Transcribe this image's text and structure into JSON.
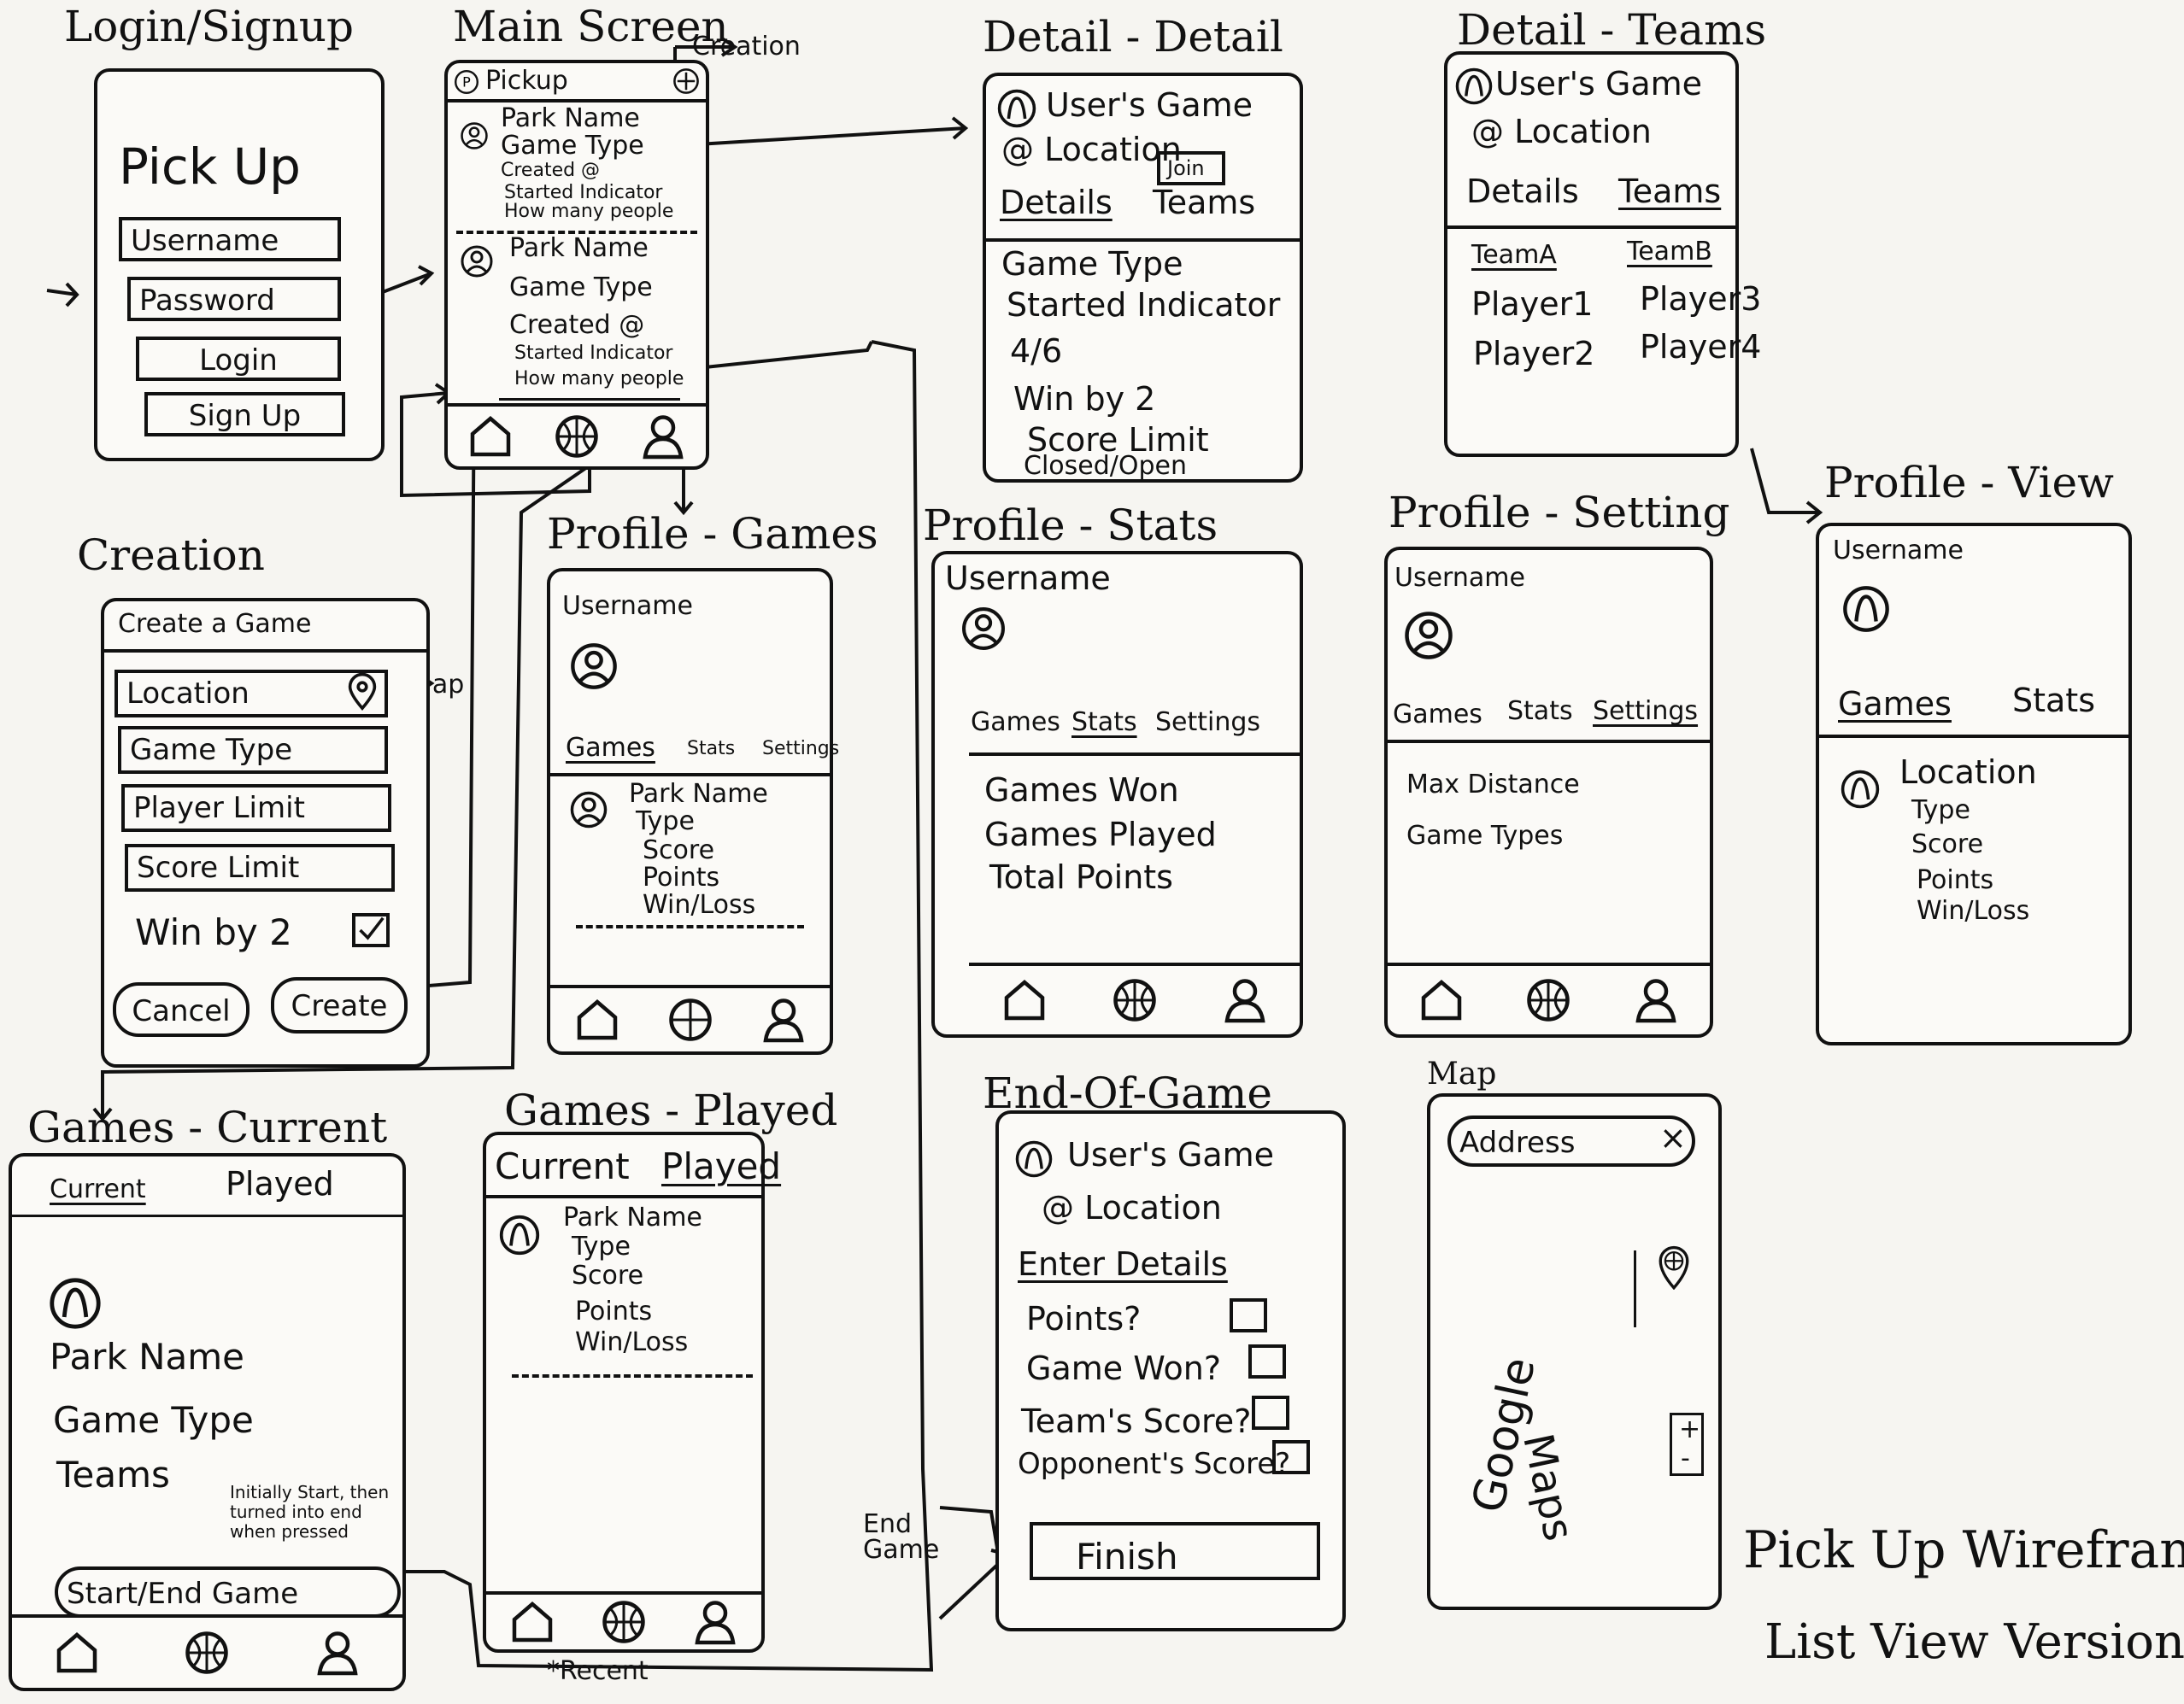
{
  "screens": {
    "login": {
      "title": "Login/Signup",
      "app_name": "Pick Up",
      "username": "Username",
      "password": "Password",
      "login": "Login",
      "signup": "Sign Up"
    },
    "main": {
      "title": "Main Screen",
      "app_label": "Pickup",
      "items": [
        {
          "park": "Park Name",
          "type": "Game Type",
          "created": "Created @",
          "started": "Started Indicator",
          "count": "How many people"
        },
        {
          "park": "Park Name",
          "type": "Game Type",
          "created": "Created @",
          "started": "Started Indicator",
          "count": "How many people"
        }
      ]
    },
    "detail_detail": {
      "title": "Detail - Detail",
      "user_game": "User's Game",
      "location": "@ Location",
      "join": "Join",
      "tab_details": "Details",
      "tab_teams": "Teams",
      "lines": [
        "Game Type",
        "Started Indicator",
        "4/6",
        "Win by 2",
        "Score Limit",
        "Closed/Open"
      ]
    },
    "detail_teams": {
      "title": "Detail - Teams",
      "user_game": "User's Game",
      "location": "@ Location",
      "tab_details": "Details",
      "tab_teams": "Teams",
      "team_a": "TeamA",
      "team_b": "TeamB",
      "p1": "Player1",
      "p2": "Player2",
      "p3": "Player3",
      "p4": "Player4"
    },
    "creation": {
      "title": "Creation",
      "heading": "Create a Game",
      "location": "Location",
      "game_type": "Game Type",
      "player_limit": "Player Limit",
      "score_limit": "Score Limit",
      "win_by_2": "Win by 2",
      "cancel": "Cancel",
      "create": "Create"
    },
    "profile_games": {
      "title": "Profile - Games",
      "username": "Username",
      "tab_games": "Games",
      "tab_stats": "Stats",
      "tab_settings": "Settings",
      "item": [
        "Park Name",
        "Type",
        "Score",
        "Points",
        "Win/Loss"
      ]
    },
    "profile_stats": {
      "title": "Profile - Stats",
      "username": "Username",
      "tab_games": "Games",
      "tab_stats": "Stats",
      "tab_settings": "Settings",
      "lines": [
        "Games Won",
        "Games Played",
        "Total Points"
      ]
    },
    "profile_setting": {
      "title": "Profile - Setting",
      "username": "Username",
      "tab_games": "Games",
      "tab_stats": "Stats",
      "tab_settings": "Settings",
      "lines": [
        "Max Distance",
        "Game Types"
      ]
    },
    "profile_view": {
      "title": "Profile - View",
      "username": "Username",
      "tab_games": "Games",
      "tab_stats": "Stats",
      "item": [
        "Location",
        "Type",
        "Score",
        "Points",
        "Win/Loss"
      ]
    },
    "games_current": {
      "title": "Games - Current",
      "tab_current": "Current",
      "tab_played": "Played",
      "park": "Park Name",
      "type": "Game Type",
      "teams": "Teams",
      "note": "Initially Start, then turned into end when pressed",
      "button": "Start/End Game"
    },
    "games_played": {
      "title": "Games - Played",
      "tab_current": "Current",
      "tab_played": "Played",
      "item": [
        "Park Name",
        "Type",
        "Score",
        "Points",
        "Win/Loss"
      ],
      "below_label": "*Recent"
    },
    "end_of_game": {
      "title": "End-Of-Game",
      "user_game": "User's Game",
      "location": "@ Location",
      "enter": "Enter Details",
      "points": "Points?",
      "won": "Game Won?",
      "team_score": "Team's Score?",
      "opp_score": "Opponent's Score?",
      "finish": "Finish"
    },
    "map": {
      "title": "Map",
      "address": "Address",
      "clear": "×",
      "google": "Google",
      "maps": "Maps",
      "zoom_in": "+",
      "zoom_out": "-"
    }
  },
  "annotations": {
    "creation": "Creation",
    "map": "Map",
    "end_game": "End Game"
  },
  "footer": {
    "line1": "Pick Up Wireframe",
    "line2": "List View Version"
  }
}
